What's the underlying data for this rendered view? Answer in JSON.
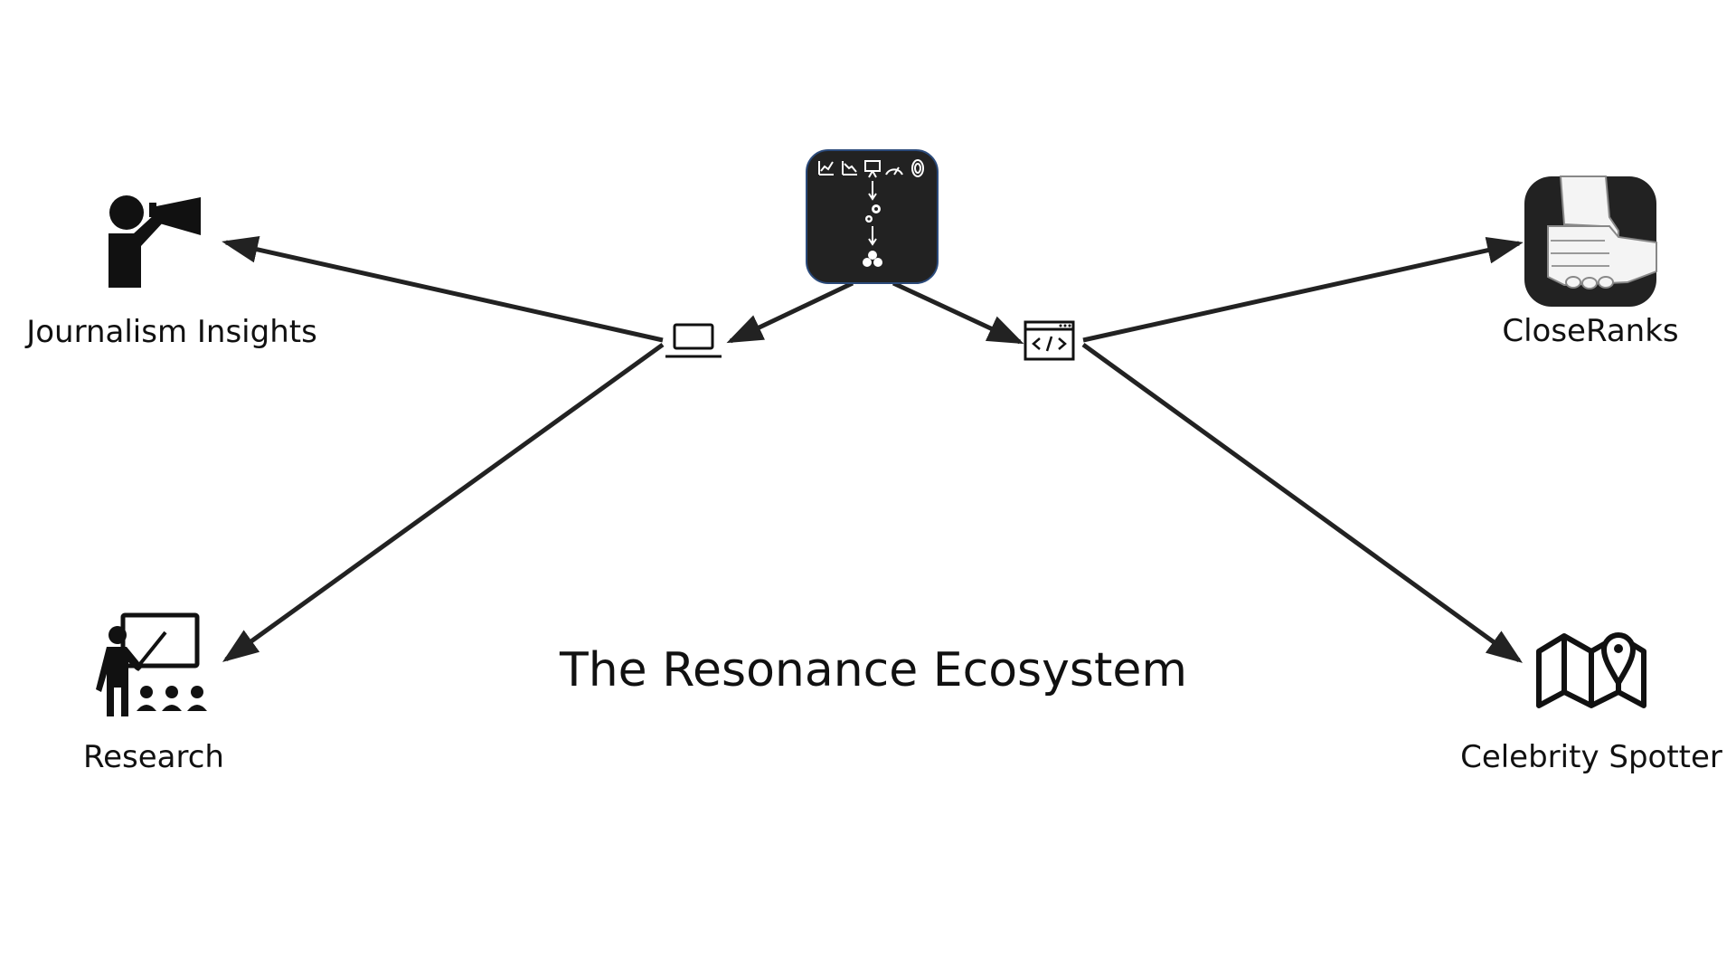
{
  "diagram": {
    "title": "The Resonance Ecosystem",
    "nodes": {
      "journalism": {
        "label": "Journalism Insights",
        "icon": "megaphone-speaker-icon"
      },
      "research": {
        "label": "Research",
        "icon": "presenter-audience-icon"
      },
      "closeranks": {
        "label": "CloseRanks",
        "icon": "handshake-app-icon"
      },
      "celebrity": {
        "label": "Celebrity Spotter",
        "icon": "map-pin-icon"
      },
      "hub": {
        "label": "",
        "icon": "pipeline-app-icon"
      },
      "laptop": {
        "label": "",
        "icon": "laptop-icon"
      },
      "code": {
        "label": "",
        "icon": "code-window-icon"
      }
    },
    "edges": [
      {
        "from": "hub",
        "to": "laptop"
      },
      {
        "from": "hub",
        "to": "code"
      },
      {
        "from": "laptop",
        "to": "journalism"
      },
      {
        "from": "laptop",
        "to": "research"
      },
      {
        "from": "code",
        "to": "closeranks"
      },
      {
        "from": "code",
        "to": "celebrity"
      }
    ],
    "colors": {
      "ink": "#111111",
      "hub_bg": "#222222",
      "hub_border": "#2b4a7a"
    }
  }
}
